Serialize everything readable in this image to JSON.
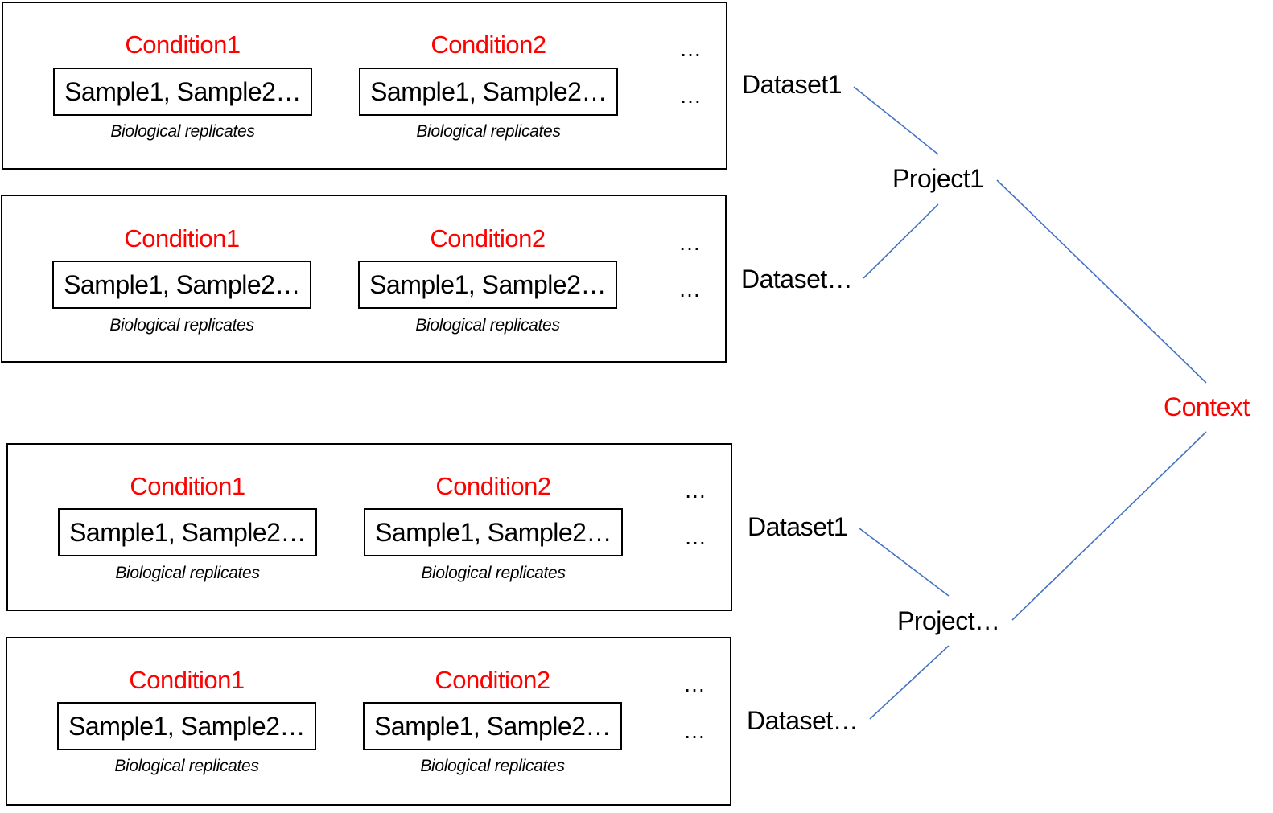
{
  "colors": {
    "condition": "#ff0000",
    "context": "#ff0000",
    "connector": "#4472c4",
    "text": "#000000"
  },
  "panels": [
    {
      "conditions": [
        {
          "title": "Condition1",
          "samples": "Sample1, Sample2…",
          "note": "Biological replicates"
        },
        {
          "title": "Condition2",
          "samples": "Sample1, Sample2…",
          "note": "Biological replicates"
        }
      ],
      "more_top": "…",
      "more_bottom": "…"
    },
    {
      "conditions": [
        {
          "title": "Condition1",
          "samples": "Sample1, Sample2…",
          "note": "Biological replicates"
        },
        {
          "title": "Condition2",
          "samples": "Sample1, Sample2…",
          "note": "Biological replicates"
        }
      ],
      "more_top": "…",
      "more_bottom": "…"
    },
    {
      "conditions": [
        {
          "title": "Condition1",
          "samples": "Sample1, Sample2…",
          "note": "Biological replicates"
        },
        {
          "title": "Condition2",
          "samples": "Sample1, Sample2…",
          "note": "Biological replicates"
        }
      ],
      "more_top": "…",
      "more_bottom": "…"
    },
    {
      "conditions": [
        {
          "title": "Condition1",
          "samples": "Sample1, Sample2…",
          "note": "Biological replicates"
        },
        {
          "title": "Condition2",
          "samples": "Sample1, Sample2…",
          "note": "Biological replicates"
        }
      ],
      "more_top": "…",
      "more_bottom": "…"
    }
  ],
  "datasets": [
    "Dataset1",
    "Dataset…",
    "Dataset1",
    "Dataset…"
  ],
  "projects": [
    "Project1",
    "Project…"
  ],
  "context": "Context"
}
